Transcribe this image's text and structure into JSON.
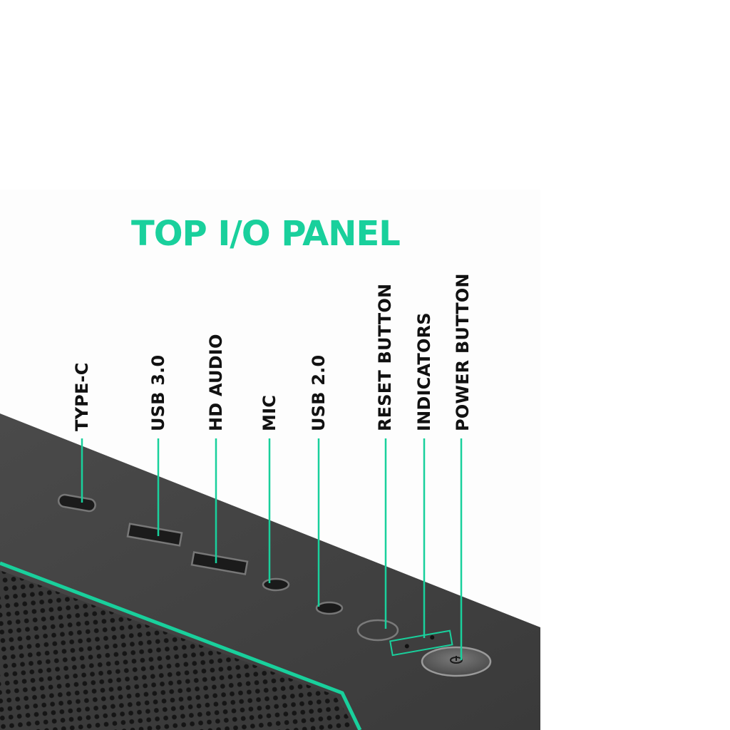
{
  "title": "TOP I/O PANEL",
  "accent_color": "#19d09c",
  "labels": [
    {
      "id": "type-c",
      "text": "TYPE-C"
    },
    {
      "id": "usb-3",
      "text": "USB 3.0"
    },
    {
      "id": "hd-audio",
      "text": "HD AUDIO"
    },
    {
      "id": "mic",
      "text": "MIC"
    },
    {
      "id": "usb-2",
      "text": "USB 2.0"
    },
    {
      "id": "reset-button",
      "text": "RESET BUTTON"
    },
    {
      "id": "indicators",
      "text": "INDICATORS"
    },
    {
      "id": "power-button",
      "text": "POWER BUTTON"
    }
  ]
}
